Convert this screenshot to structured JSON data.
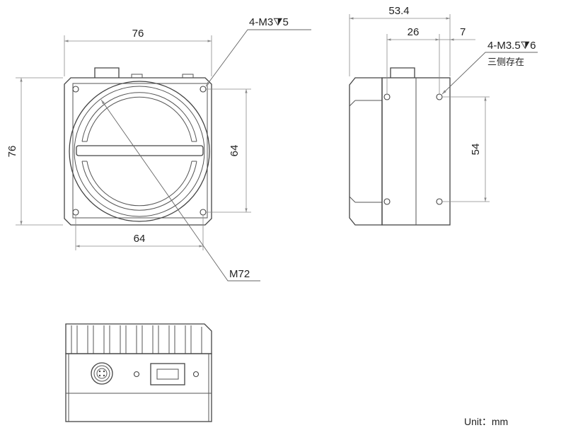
{
  "dimensions": {
    "front_width": "76",
    "front_height": "76",
    "front_hole_spacing_h": "64",
    "front_hole_spacing_v": "64",
    "front_thread_callout": "4-M3⧩5",
    "lens_mount": "M72",
    "side_length": "53.4",
    "side_hole_spacing_h": "26",
    "side_offset": "7",
    "side_thread_callout": "4-M3.5⧩6",
    "side_thread_note": "三侧存在",
    "side_hole_spacing_v": "54"
  },
  "unit_label": "Unit：mm"
}
